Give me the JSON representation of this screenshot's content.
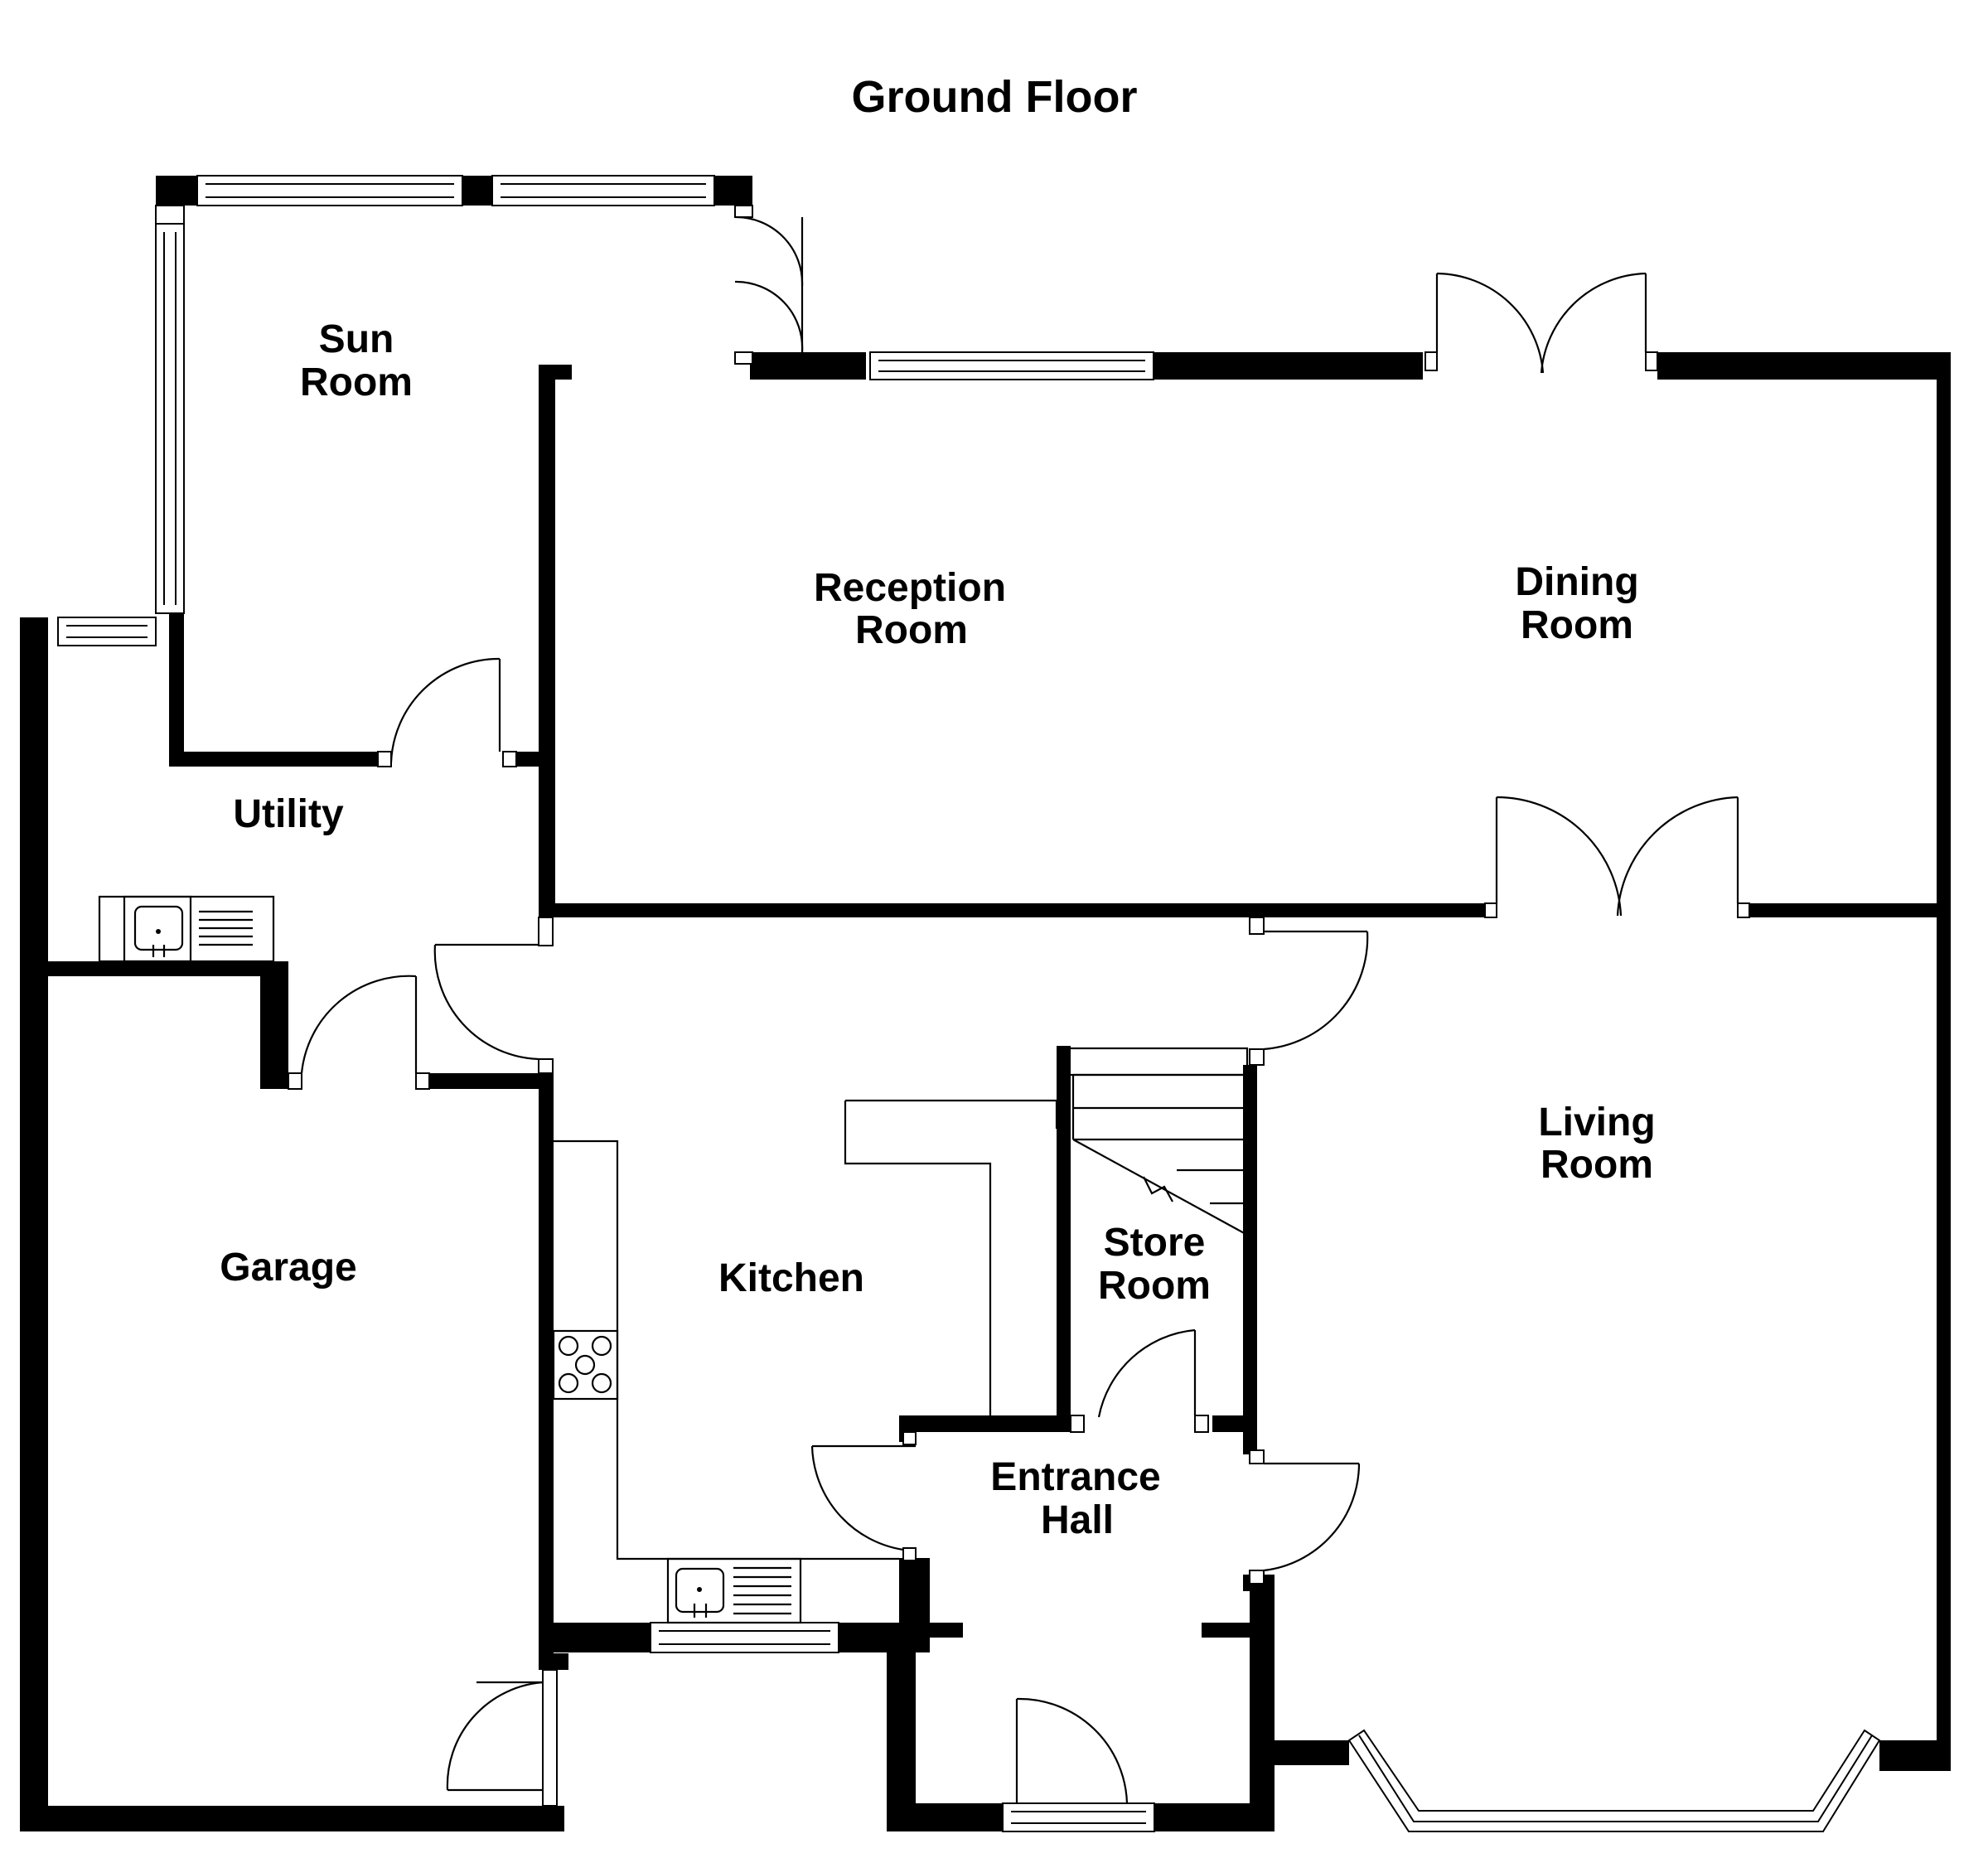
{
  "floor_title": "Ground Floor",
  "rooms": {
    "sun_room": [
      "Sun",
      "Room"
    ],
    "reception_room": [
      "Reception",
      "Room"
    ],
    "dining_room": [
      "Dining",
      "Room"
    ],
    "utility": [
      "Utility"
    ],
    "living_room": [
      "Living",
      "Room"
    ],
    "store_room": [
      "Store",
      "Room"
    ],
    "garage": [
      "Garage"
    ],
    "kitchen": [
      "Kitchen"
    ],
    "entrance_hall": [
      "Entrance",
      "Hall"
    ]
  },
  "colors": {
    "wall": "#000000",
    "background": "#ffffff"
  }
}
